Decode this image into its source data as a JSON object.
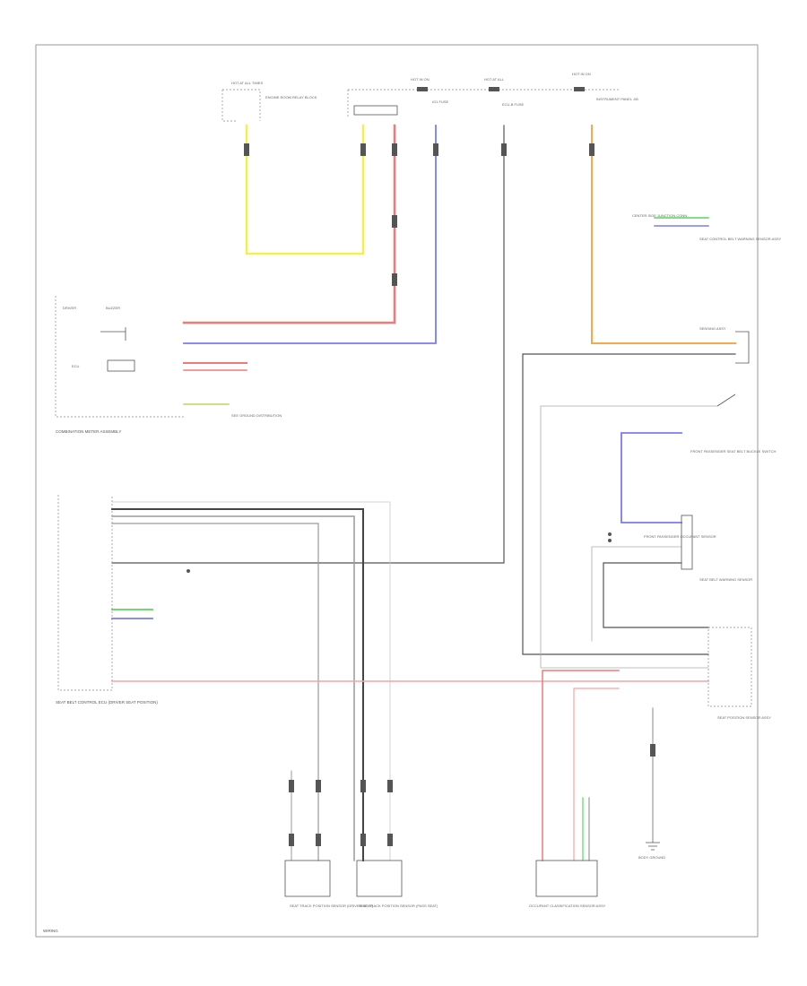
{
  "diagram": {
    "colors": {
      "frame": "#9a9a9a",
      "black_wire": "#444444",
      "gray_wire": "#9a9a9a",
      "light_wire": "#c8c8c8",
      "yellow_wire": "#f5ef4a",
      "red_wire": "#f2797a",
      "blue_wire": "#7b7bf0",
      "orange_wire": "#f5a94e",
      "green_wire": "#59d65c",
      "pink_wire": "#f5a3a3"
    },
    "labels": {
      "top_fuse_1": "HOT AT ALL TIMES",
      "top_fuse_1_desc": "ENGINE ROOM RELAY BLOCK",
      "top_fuse_2": "HOT IN ON",
      "top_fuse_2_desc": "IG1 FUSE",
      "top_fuse_3": "HOT AT ALL",
      "top_fuse_3_desc": "ECU-B FUSE",
      "top_fuse_4": "HOT IN ON",
      "top_fuse_4_desc": "INSTRUMENT PANEL J/B",
      "right_conn_1": "CENTER SIDE JUNCTION CONN",
      "right_conn_2": "SEAT CONTROL BELT WARNING SENSOR ASSY",
      "right_conn_3": "SENSING ASSY",
      "right_switch_1": "FRONT PASSENGER SEAT BELT BUCKLE SWITCH",
      "right_conn_4": "FRONT PASSENGER OCCUPANT SENSOR",
      "right_conn_5": "SEAT BELT WARNING SENSOR",
      "right_module": "SEAT POSITION SENSOR ASSY",
      "meter_block": "COMBINATION METER ASSEMBLY",
      "meter_label_1": "DRIVER",
      "meter_label_2": "BUZZER",
      "meter_label_3": "ECU",
      "left_ground_1": "SEE GROUND DISTRIBUTION",
      "left_ecu": "SEAT BELT CONTROL ECU (DRIVER SEAT POSITION)",
      "bottom_left_1": "SEAT TRACK POSITION SENSOR (DRIVER SEAT)",
      "bottom_left_2": "SEAT TRACK POSITION SENSOR (PASS SEAT)",
      "bottom_mid": "OCCUPANT CLASSIFICATION SENSOR ASSY",
      "bottom_right": "BODY GROUND",
      "footer": "WIRING"
    }
  }
}
